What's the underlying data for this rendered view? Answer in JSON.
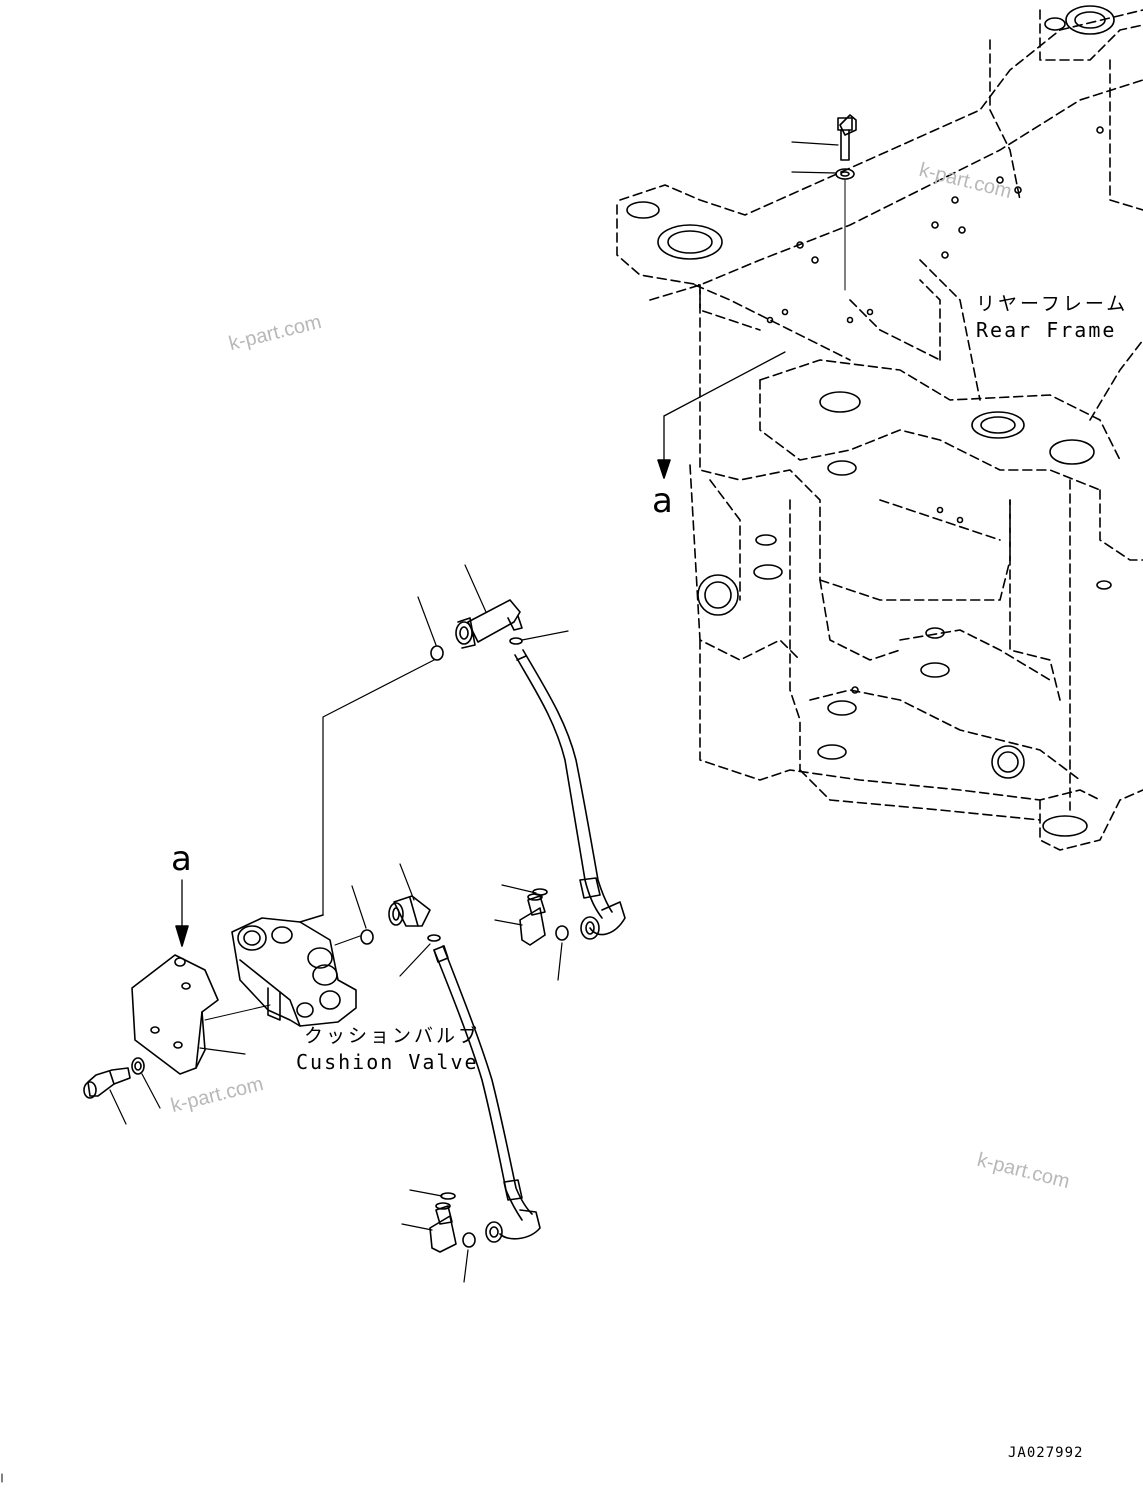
{
  "labels": {
    "rear_frame_jp": "リヤーフレーム",
    "rear_frame_en": "Rear Frame",
    "cushion_valve_jp": "クッションバルブ",
    "cushion_valve_en": "Cushion Valve",
    "view_arrow_top": "a",
    "view_arrow_left": "a"
  },
  "watermark": "k-part.com",
  "document_id": "JA027992",
  "colors": {
    "line": "#000000",
    "watermark": "#b8b8b8",
    "background": "#ffffff"
  }
}
